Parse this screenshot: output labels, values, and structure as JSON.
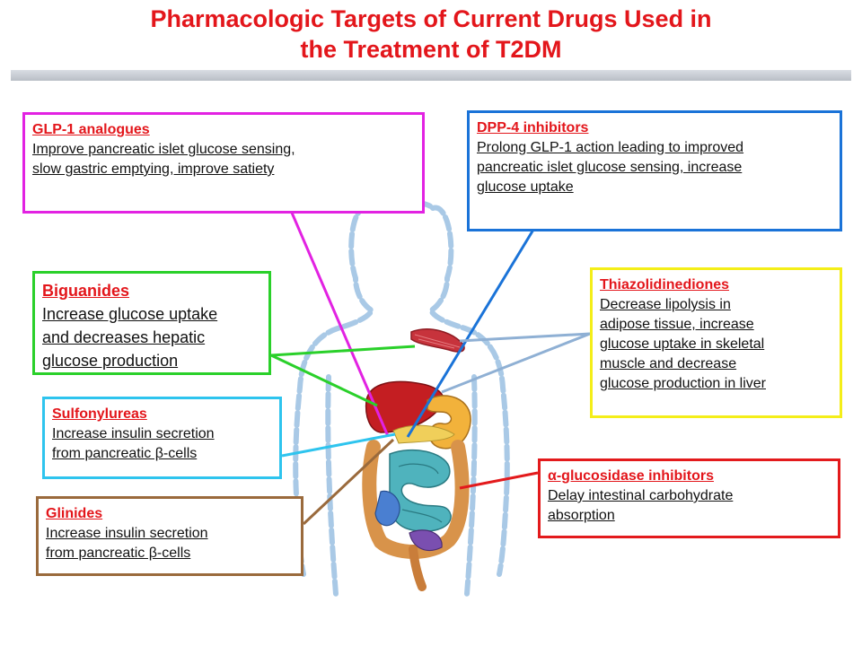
{
  "title": {
    "line1": "Pharmacologic Targets of Current Drugs Used in",
    "line2": "the Treatment of T2DM"
  },
  "boxes": {
    "glp1": {
      "heading": "GLP-1 analogues",
      "lines": [
        "Improve pancreatic islet glucose sensing,",
        "slow gastric emptying, improve satiety"
      ]
    },
    "dpp4": {
      "heading": "DPP-4 inhibitors",
      "lines": [
        "Prolong GLP-1 action leading to improved",
        "pancreatic islet glucose sensing, increase",
        "glucose uptake"
      ]
    },
    "biguanides": {
      "heading": "Biguanides",
      "lines": [
        "Increase glucose uptake",
        "and decreases hepatic",
        "glucose production"
      ]
    },
    "thiazolidinediones": {
      "heading": "Thiazolidinediones",
      "lines": [
        "Decrease lipolysis in",
        "adipose tissue, increase",
        "glucose uptake in skeletal",
        "muscle and decrease",
        "glucose production in liver"
      ]
    },
    "sulfonylureas": {
      "heading": "Sulfonylureas",
      "lines": [
        "Increase insulin secretion",
        "from pancreatic β-cells"
      ]
    },
    "alpha_glucosidase": {
      "heading": "α-glucosidase inhibitors",
      "lines": [
        "Delay intestinal carbohydrate",
        "absorption"
      ]
    },
    "glinides": {
      "heading": "Glinides",
      "lines": [
        "Increase insulin secretion",
        "from pancreatic β-cells"
      ]
    }
  },
  "colors": {
    "title": "#e3161b",
    "glp1": "#e222e2",
    "dpp4": "#1a73d8",
    "biguanides": "#2ad02a",
    "thiazolidinediones": "#f4ee19",
    "thiazolidinediones_connector": "#8fb0d4",
    "sulfonylureas": "#2ec4ee",
    "alpha_glucosidase": "#e31a1c",
    "glinides": "#9a6a3c"
  }
}
